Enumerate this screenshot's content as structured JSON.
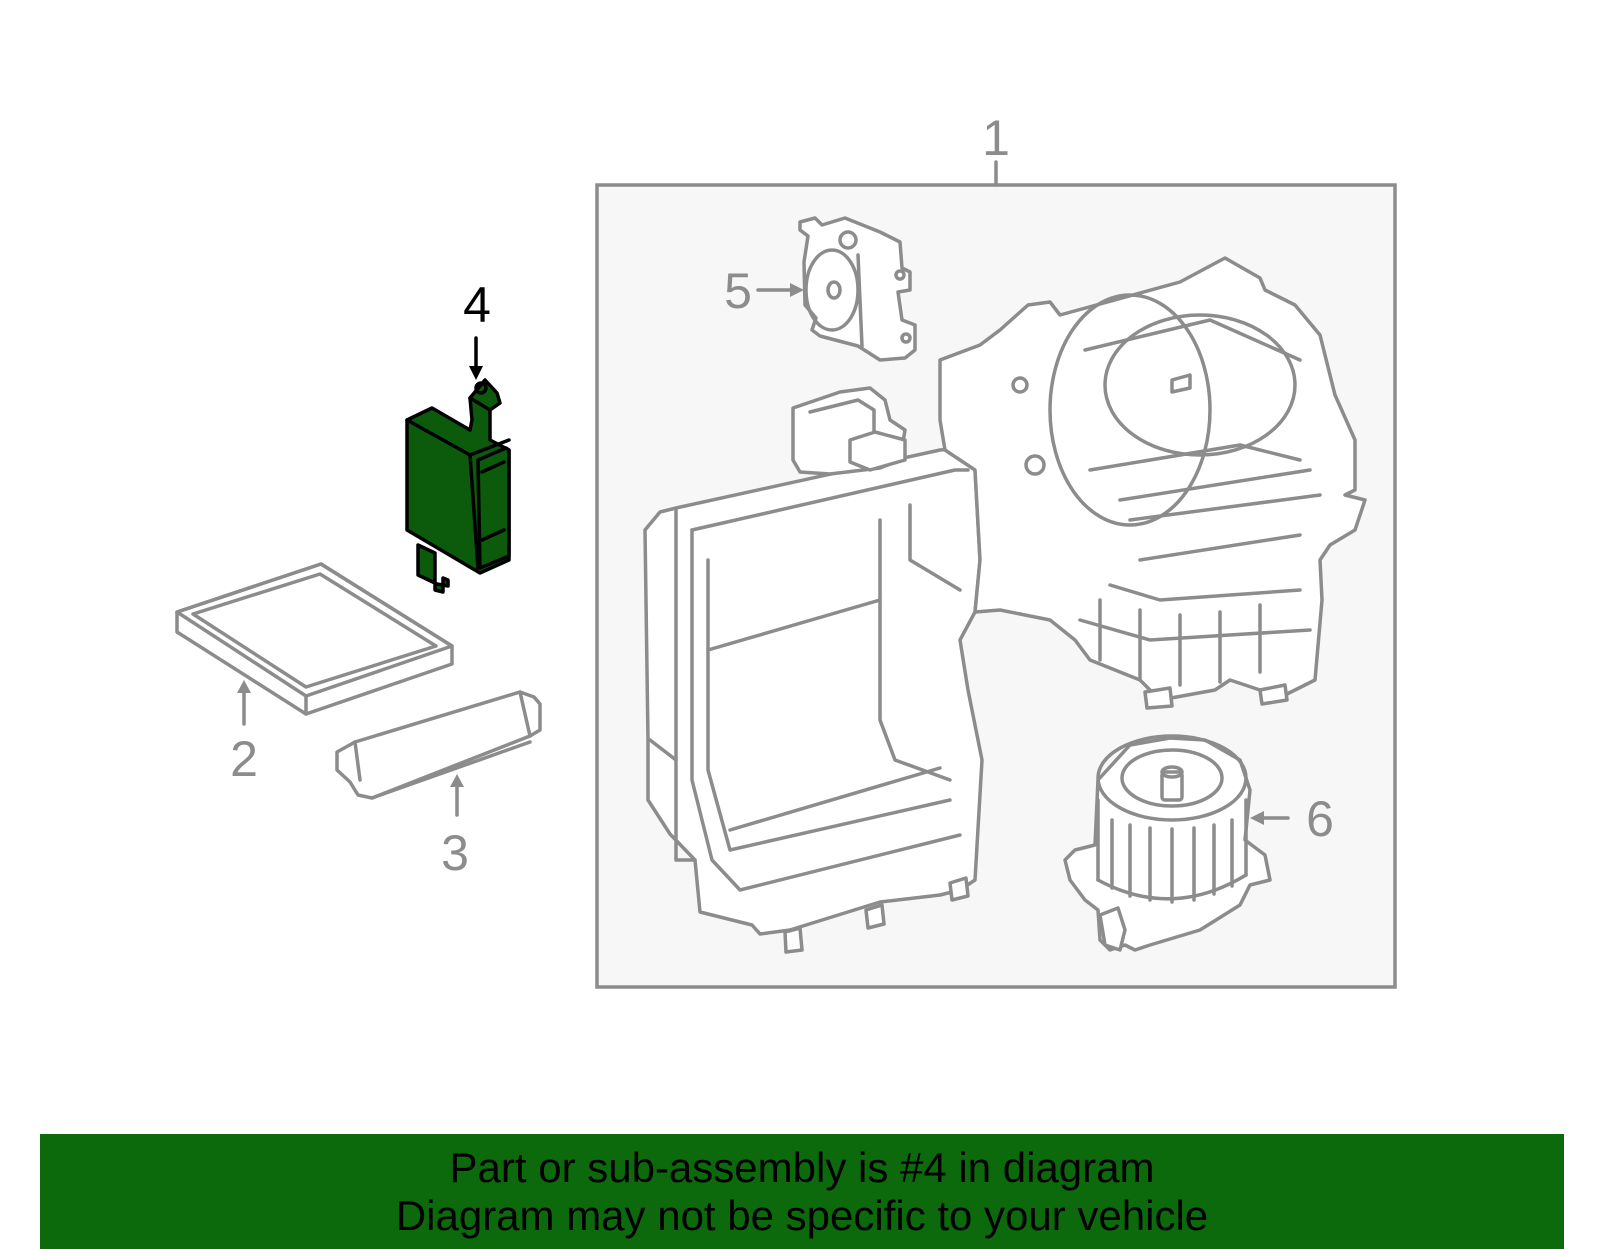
{
  "colors": {
    "highlight_part": "#0c5a0c",
    "banner_background": "#0c6a0c",
    "line_gray": "#8c8c8c",
    "assembly_box_fill": "#f7f7f7"
  },
  "callouts": {
    "c1": "1",
    "c2": "2",
    "c3": "3",
    "c4": "4",
    "c5": "5",
    "c6": "6"
  },
  "highlighted_part": "4",
  "banner": {
    "line1": "Part or sub-assembly is #4 in diagram",
    "line2": "Diagram may not be specific to your vehicle"
  }
}
